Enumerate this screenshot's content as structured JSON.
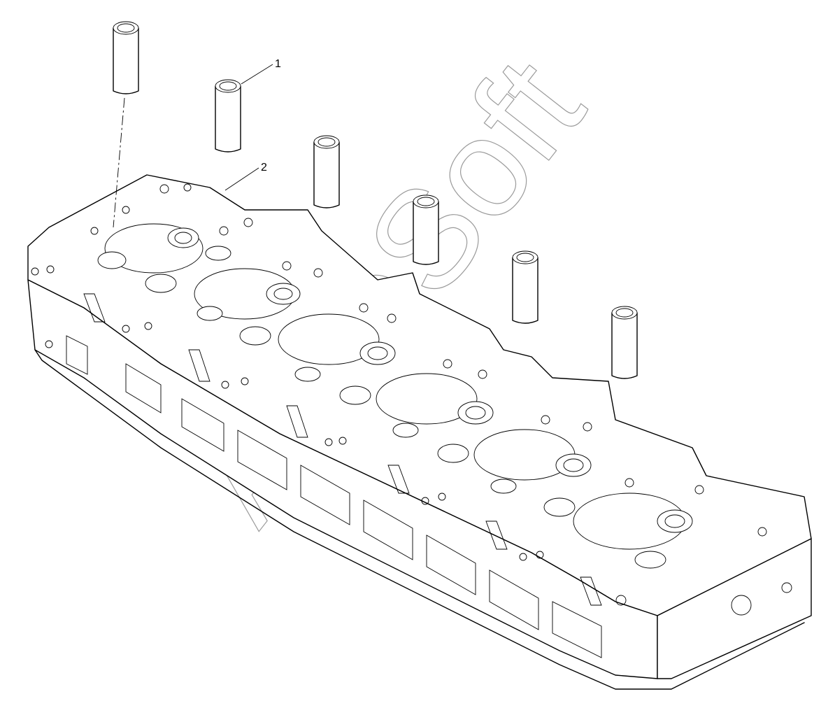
{
  "callouts": [
    {
      "label": "1",
      "part": "injector-sleeve"
    },
    {
      "label": "2",
      "part": "cylinder-head"
    }
  ],
  "watermark": "AutoSoft"
}
